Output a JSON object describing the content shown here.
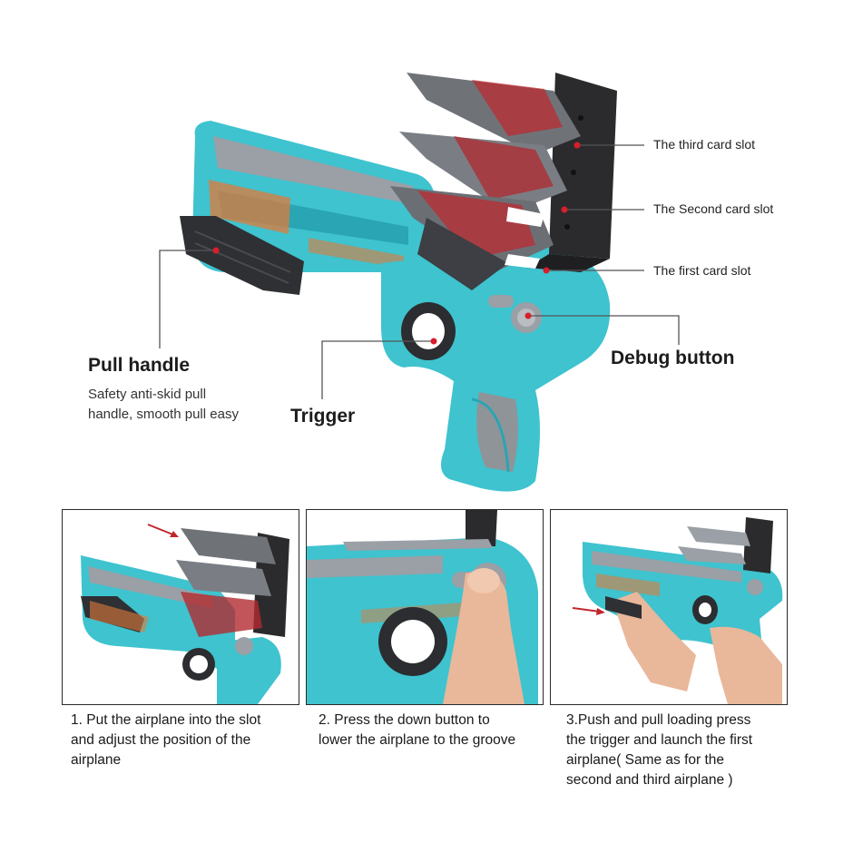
{
  "callouts": {
    "third_slot": "The third card slot",
    "second_slot": "The Second card slot",
    "first_slot": "The first card slot",
    "debug_button": "Debug button",
    "trigger": "Trigger",
    "pull_handle": "Pull handle",
    "pull_handle_desc": [
      "Safety anti-skid pull",
      "handle, smooth pull easy"
    ]
  },
  "steps": [
    {
      "lines": [
        "1. Put the airplane into the slot",
        "and adjust the position of the",
        "airplane"
      ]
    },
    {
      "lines": [
        "2. Press the down button to",
        "lower the airplane to the groove"
      ]
    },
    {
      "lines": [
        "3.Push and pull loading press",
        "the trigger and launch the first",
        "airplane( Same as for the",
        "second and third airplane )"
      ]
    }
  ],
  "colors": {
    "toy_teal": "#3ec3cf",
    "toy_teal_dark": "#2aa5b3",
    "toy_grey": "#8f9499",
    "holder_black": "#2b2b2e",
    "callout_line": "#555555",
    "dot_red": "#d81e2a",
    "arrow_red": "#c0272d"
  }
}
